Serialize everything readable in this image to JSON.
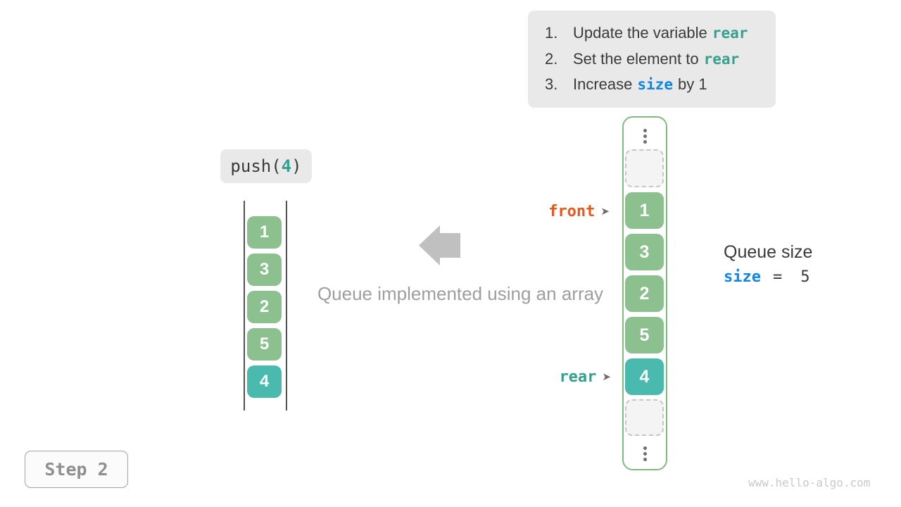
{
  "instructions": {
    "items": [
      {
        "num": "1.",
        "pre": "Update the variable",
        "code": "rear",
        "post": ""
      },
      {
        "num": "2.",
        "pre": "Set the element to",
        "code": "rear",
        "post": ""
      },
      {
        "num": "3.",
        "pre": "Increase",
        "code": "size",
        "post": "by 1"
      }
    ]
  },
  "push": {
    "prefix": "push(",
    "argument": "4",
    "suffix": ")"
  },
  "stack": {
    "values": [
      "1",
      "3",
      "2",
      "5",
      "4"
    ]
  },
  "caption": "Queue implemented using an array",
  "array": {
    "values": [
      "1",
      "3",
      "2",
      "5",
      "4"
    ]
  },
  "pointers": {
    "front": "front",
    "rear": "rear"
  },
  "icons": {
    "pointer_arrow": "➤"
  },
  "queue_size": {
    "title": "Queue size",
    "variable": "size",
    "operator": "=",
    "value": "5"
  },
  "step_label": "Step 2",
  "watermark": "www.hello-algo.com",
  "colors": {
    "accent_teal": "#34a08e",
    "accent_blue": "#0e87e3",
    "accent_orange": "#e8581c",
    "cell_green": "#8cc08e",
    "cell_teal": "#4ab9ae",
    "array_border": "#80ba80",
    "panel_gray": "#e9e9e9"
  }
}
